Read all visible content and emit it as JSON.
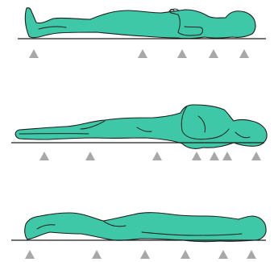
{
  "colors": {
    "body": "#3ec8a8",
    "outline": "#1d1d1b",
    "floor": "#1d1d1b",
    "pressure_marker": "#a8a8a8",
    "background": "#ffffff"
  },
  "figures": [
    {
      "position": "supine",
      "marker_count": 5,
      "marker_icon": "triangle-pressure-marker-icon"
    },
    {
      "position": "lateral",
      "marker_count": 7,
      "marker_icon": "triangle-pressure-marker-icon"
    },
    {
      "position": "prone",
      "marker_count": 6,
      "marker_icon": "triangle-pressure-marker-icon"
    }
  ]
}
